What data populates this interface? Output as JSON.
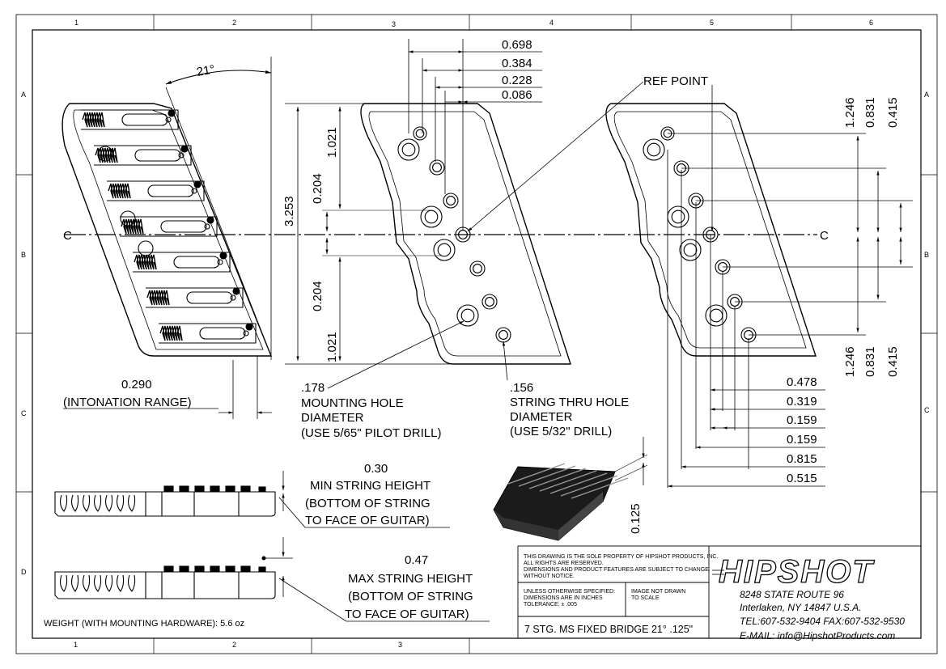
{
  "zone_columns_top": [
    "1",
    "2",
    "3",
    "4",
    "5",
    "6"
  ],
  "zone_columns_bottom": [
    "1",
    "2",
    "3"
  ],
  "zone_rows": [
    "A",
    "B",
    "C",
    "D"
  ],
  "angle": "21°",
  "dims_top": [
    "0.698",
    "0.384",
    "0.228",
    "0.086"
  ],
  "ref_point": "REF POINT",
  "overall_height": "3.253",
  "left_dims": [
    "1.021",
    "0.204",
    "0.204",
    "1.021"
  ],
  "right_dims_top": [
    "1.246",
    "0.831",
    "0.415"
  ],
  "right_dims_bottom": [
    "1.246",
    "0.831",
    "0.415"
  ],
  "bottom_dims": [
    "0.478",
    "0.319",
    "0.159",
    "0.159",
    "0.815",
    "0.515"
  ],
  "centerline_symbol": "C",
  "intonation": {
    "value": "0.290",
    "label": "(INTONATION RANGE)"
  },
  "mounting_hole": {
    "value": ".178",
    "line1": "MOUNTING HOLE",
    "line2": "DIAMETER",
    "line3": "(USE 5/65\" PILOT DRILL)"
  },
  "string_hole": {
    "value": ".156",
    "line1": "STRING THRU HOLE",
    "line2": "DIAMETER",
    "line3": "(USE 5/32\" DRILL)"
  },
  "min_height": {
    "value": "0.30",
    "line1": "MIN STRING HEIGHT",
    "line2": "(BOTTOM OF STRING",
    "line3": "TO FACE OF GUITAR)"
  },
  "max_height": {
    "value": "0.47",
    "line1": "MAX STRING HEIGHT",
    "line2": "(BOTTOM OF STRING",
    "line3": "TO FACE OF GUITAR)"
  },
  "plate_thickness": "0.125",
  "weight": "WEIGHT (WITH MOUNTING HARDWARE): 5.6 oz",
  "title_block": {
    "property_line1": "THIS DRAWING IS THE SOLE PROPERTY OF HIPSHOT PRODUCTS, INC.",
    "property_line2": "ALL RIGHTS ARE RESERVED.",
    "property_line3": "DIMENSIONS AND PRODUCT FEATURES ARE SUBJECT TO CHANGE",
    "property_line4": "WITHOUT NOTICE.",
    "units_line1": "UNLESS OTHERWISE SPECIFIED:",
    "units_line2": "DIMENSIONS ARE IN INCHES",
    "units_line3": "TOLERANCE: ± .005",
    "scale_line1": "IMAGE NOT DRAWN",
    "scale_line2": "TO SCALE",
    "title": "7 STG. MS FIXED BRIDGE 21° .125\"",
    "logo": "HIPSHOT",
    "address1": "8248 STATE ROUTE 96",
    "address2": "Interlaken, NY 14847 U.S.A.",
    "phone": "TEL:607-532-9404 FAX:607-532-9530",
    "email": "E-MAIL: info@HipshotProducts.com"
  }
}
